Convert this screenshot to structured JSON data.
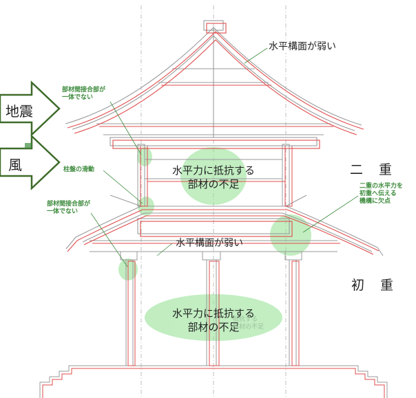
{
  "forces": {
    "earthquake": "地震",
    "wind": "風"
  },
  "stories": {
    "upper": "二　重",
    "lower": "初　重"
  },
  "notes": {
    "top_horizontal_weak": "水平構面が弱い",
    "upper_lack_members_1": "水平力に抵抗する",
    "upper_lack_members_2": "部材の不足",
    "lower_horizontal_weak": "水平構面が弱い",
    "lower_lack_members_1": "水平力に抵抗する",
    "lower_lack_members_2": "部材の不足",
    "lower_lack_members_ghost_1": "抵抗する",
    "lower_lack_members_ghost_2": "部材の不足",
    "joint_not_integral_upper_1": "部材間接合部が",
    "joint_not_integral_upper_2": "一体でない",
    "pillar_sliding": "柱盤の滑動",
    "joint_not_integral_lower_1": "部材間接合部が",
    "joint_not_integral_lower_2": "一体でない",
    "transfer_defect_1": "二重の水平力を",
    "transfer_defect_2": "初重へ伝える",
    "transfer_defect_3": "機構に欠点"
  },
  "colors": {
    "arrow_fill": "#ffffff",
    "arrow_stroke": "#3e6b2a",
    "highlight": "#8fe08f",
    "line_red": "#e04b4b",
    "line_gray": "#9a9a9a",
    "note_green": "#3d8b3d"
  }
}
